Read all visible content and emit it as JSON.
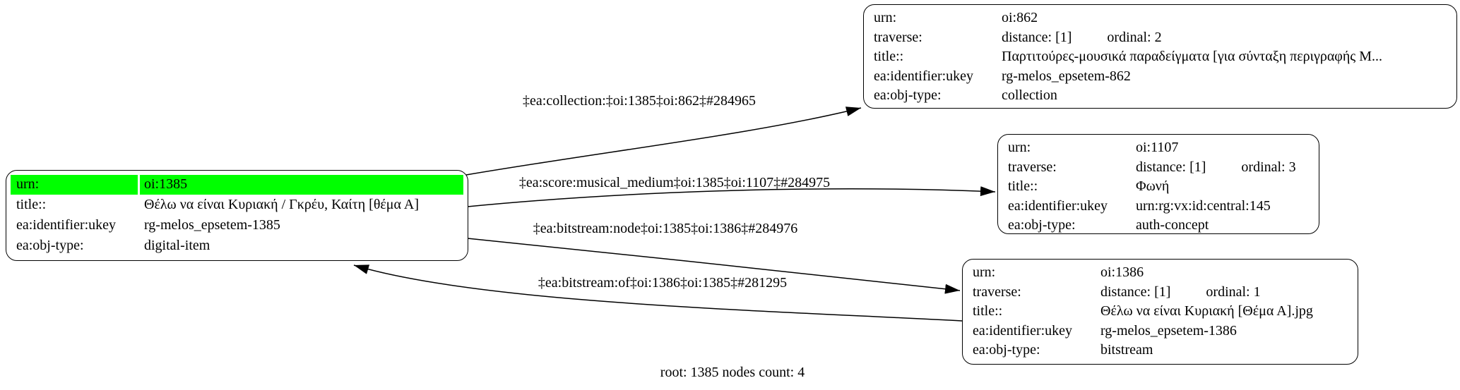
{
  "canvas": {
    "caption": "root: 1385 nodes count: 4"
  },
  "colors": {
    "highlight": "#00ff00",
    "node-border": "#000000",
    "edge": "#000000",
    "background": "#ffffff"
  },
  "nodes": [
    {
      "name": "digital-item oi:1385 (root)",
      "rows": [
        {
          "key": "urn:",
          "value": "oi:1385",
          "highlight": true
        },
        {
          "key": "title::",
          "value": "Θέλω να είναι Κυριακή / Γκρέυ, Καίτη [θέμα Α]"
        },
        {
          "key": "ea:identifier:ukey",
          "value": "rg-melos_epsetem-1385"
        },
        {
          "key": "ea:obj-type:",
          "value": "digital-item"
        }
      ]
    },
    {
      "name": "collection oi:862",
      "rows": [
        {
          "key": "urn:",
          "value": "oi:862"
        },
        {
          "key": "traverse:",
          "value": "distance: [1]",
          "value2": "ordinal: 2"
        },
        {
          "key": "title::",
          "value": "Παρτιτούρες-μουσικά παραδείγματα [για σύνταξη περιγραφής Μ..."
        },
        {
          "key": "ea:identifier:ukey",
          "value": "rg-melos_epsetem-862"
        },
        {
          "key": "ea:obj-type:",
          "value": "collection"
        }
      ]
    },
    {
      "name": "auth-concept oi:1107",
      "rows": [
        {
          "key": "urn:",
          "value": "oi:1107"
        },
        {
          "key": "traverse:",
          "value": "distance: [1]",
          "value2": "ordinal: 3"
        },
        {
          "key": "title::",
          "value": "Φωνή"
        },
        {
          "key": "ea:identifier:ukey",
          "value": "urn:rg:vx:id:central:145"
        },
        {
          "key": "ea:obj-type:",
          "value": "auth-concept"
        }
      ]
    },
    {
      "name": "bitstream oi:1386",
      "rows": [
        {
          "key": "urn:",
          "value": "oi:1386"
        },
        {
          "key": "traverse:",
          "value": "distance: [1]",
          "value2": "ordinal: 1"
        },
        {
          "key": "title::",
          "value": "Θέλω να είναι Κυριακή [Θέμα Α].jpg"
        },
        {
          "key": "ea:identifier:ukey",
          "value": "rg-melos_epsetem-1386"
        },
        {
          "key": "ea:obj-type:",
          "value": "bitstream"
        }
      ]
    }
  ],
  "edges": [
    {
      "label": "‡ea:collection:‡oi:1385‡oi:862‡#284965"
    },
    {
      "label": "‡ea:score:musical_medium‡oi:1385‡oi:1107‡#284975"
    },
    {
      "label": "‡ea:bitstream:node‡oi:1385‡oi:1386‡#284976"
    },
    {
      "label": "‡ea:bitstream:of‡oi:1386‡oi:1385‡#281295"
    }
  ]
}
